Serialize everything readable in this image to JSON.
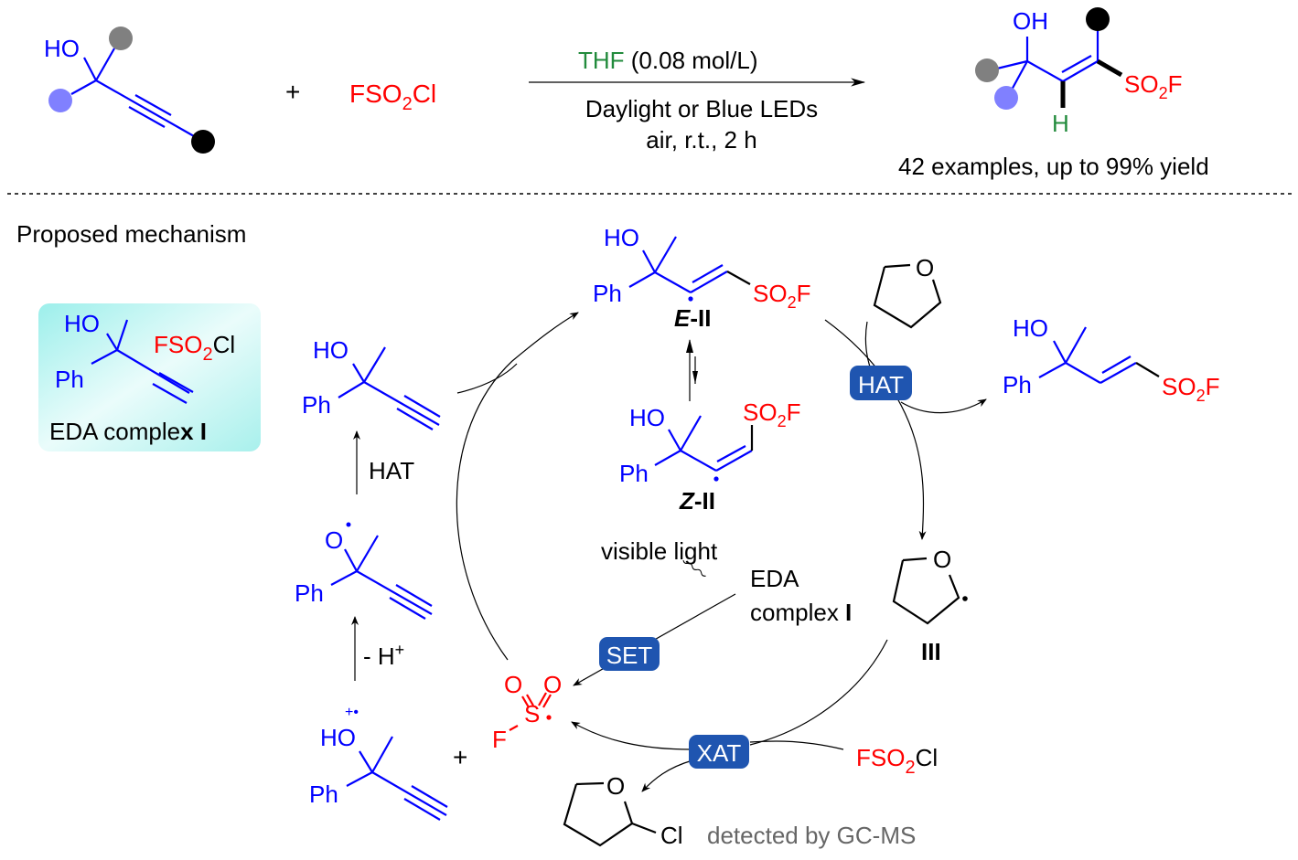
{
  "reaction": {
    "reactant_labels": {
      "ho": "HO"
    },
    "plus": "+",
    "reagent": {
      "main": "FSO",
      "sub": "2",
      "tail": "Cl"
    },
    "conditions": {
      "solvent": "THF",
      "concentration": " (0.08 mol/L)",
      "line2": "Daylight or Blue LEDs",
      "line3": "air, r.t., 2 h"
    },
    "product": {
      "oh": "OH",
      "h": "H",
      "so2f_main": "SO",
      "so2f_sub": "2",
      "so2f_tail": "F"
    },
    "scope": "42 examples, up to 99% yield",
    "colors": {
      "substituent_grey": "#808080",
      "substituent_lavender": "#8080ff",
      "substituent_black": "#000000",
      "substrate": "#0000ff",
      "reagent": "#ff0000",
      "solvent": "#228b3c"
    }
  },
  "mechanism": {
    "title": "Proposed mechanism",
    "eda_box": {
      "ho": "HO",
      "ph": "Ph",
      "reagent_main": "FSO",
      "reagent_sub": "2",
      "reagent_tail": "Cl",
      "label_plain": "EDA comple",
      "label_bold": "x I",
      "fill_color": "#9ff1ee"
    },
    "species": {
      "alkyne": {
        "ho": "HO",
        "ph": "Ph"
      },
      "alkoxy_radical": {
        "o": "O",
        "ph": "Ph"
      },
      "radical_cation": {
        "charge": "+•",
        "ho": "HO",
        "ph": "Ph"
      },
      "e_ii": {
        "ho": "HO",
        "ph": "Ph",
        "so2f_main": "SO",
        "so2f_sub": "2",
        "so2f_tail": "F",
        "label_italic": "E",
        "label_rest": "-II"
      },
      "z_ii": {
        "ho": "HO",
        "ph": "Ph",
        "so2f_main": "SO",
        "so2f_sub": "2",
        "so2f_tail": "F",
        "label_italic": "Z",
        "label_rest": "-II"
      },
      "product": {
        "ho": "HO",
        "ph": "Ph",
        "so2f_main": "SO",
        "so2f_sub": "2",
        "so2f_tail": "F"
      },
      "thf": {
        "o": "O"
      },
      "thf_radical": {
        "o": "O",
        "label": "III"
      },
      "sulfonyl_radical": {
        "o1": "O",
        "o2": "O",
        "s": "S",
        "f": "F"
      },
      "chloro_thf": {
        "o": "O",
        "cl": "Cl",
        "note": "detected by GC-MS"
      },
      "fso2cl": {
        "main": "FSO",
        "sub": "2",
        "tail": "Cl"
      }
    },
    "step_labels": {
      "hat_left": "HAT",
      "minus_h": "- H",
      "minus_h_sup": "+",
      "visible_light": "visible light",
      "eda_line1": "EDA",
      "eda_line2_plain": "complex ",
      "eda_line2_bold": "I",
      "plus": "+"
    },
    "badges": [
      {
        "id": "hat",
        "label": "HAT"
      },
      {
        "id": "set",
        "label": "SET"
      },
      {
        "id": "xat",
        "label": "XAT"
      }
    ],
    "badge_color": "#1f55b0"
  }
}
